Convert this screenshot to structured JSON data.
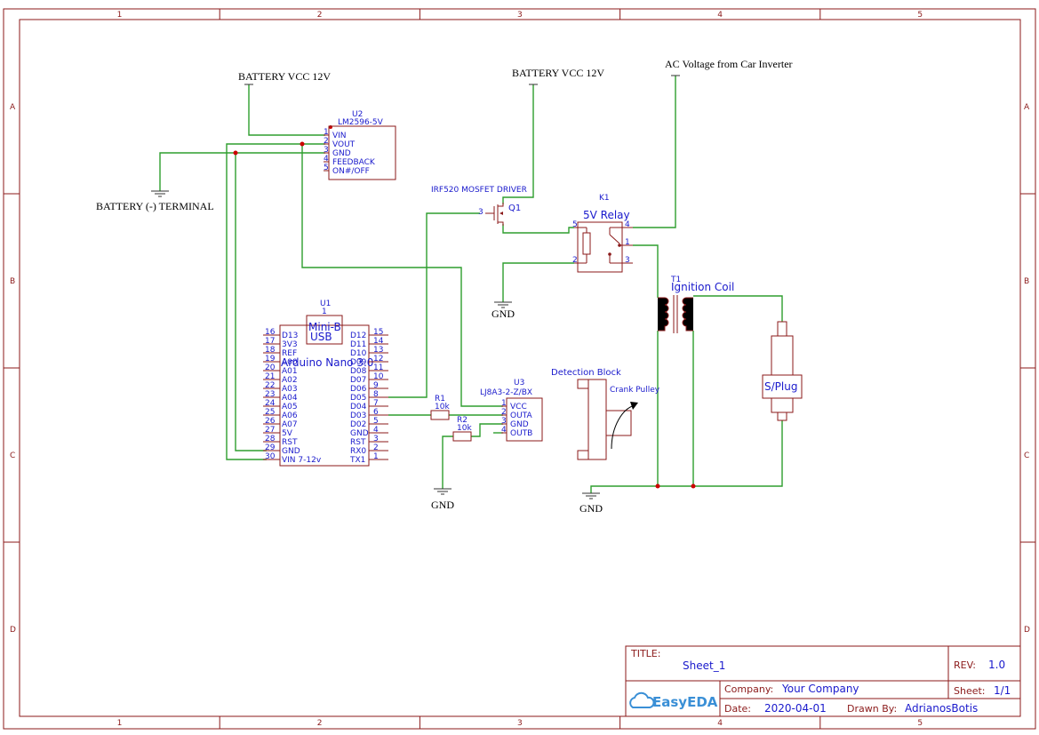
{
  "frame": {
    "columns": [
      "1",
      "2",
      "3",
      "4",
      "5"
    ],
    "rows": [
      "A",
      "B",
      "C",
      "D"
    ]
  },
  "nets": {
    "battery_vcc_1": "BATTERY VCC 12V",
    "battery_vcc_2": "BATTERY VCC 12V",
    "ac_voltage": "AC Voltage from Car Inverter",
    "battery_neg": "BATTERY (-) TERMINAL",
    "gnd_1": "GND",
    "gnd_2": "GND",
    "gnd_3": "GND"
  },
  "components": {
    "u2": {
      "ref": "U2",
      "value": "LM2596-5V",
      "pins": [
        {
          "num": "1",
          "name": "VIN"
        },
        {
          "num": "2",
          "name": "VOUT"
        },
        {
          "num": "3",
          "name": "GND"
        },
        {
          "num": "4",
          "name": "FEEDBACK"
        },
        {
          "num": "5",
          "name": "ON#/OFF"
        }
      ]
    },
    "q1": {
      "ref": "Q1",
      "value": "IRF520 MOSFET DRIVER",
      "pin3": "3"
    },
    "k1": {
      "ref": "K1",
      "value": "5V Relay",
      "pins": [
        "5",
        "4",
        "1",
        "2",
        "3"
      ]
    },
    "t1": {
      "ref": "T1",
      "value": "Ignition Coil"
    },
    "spark": {
      "label": "S/Plug"
    },
    "detection": {
      "label": "Detection Block",
      "pulley": "Crank Pulley"
    },
    "u3": {
      "ref": "U3",
      "value": "LJ8A3-2-Z/BX",
      "pins": [
        {
          "num": "1",
          "name": "VCC"
        },
        {
          "num": "2",
          "name": "OUTA"
        },
        {
          "num": "3",
          "name": "GND"
        },
        {
          "num": "4",
          "name": "OUTB"
        }
      ]
    },
    "r1": {
      "ref": "R1",
      "value": "10k"
    },
    "r2": {
      "ref": "R2",
      "value": "10k"
    },
    "u1": {
      "ref": "U1",
      "num": "1",
      "usb": "Mini-B",
      "usb2": "USB",
      "value": "Arduino Nano 3.0",
      "left_pins": [
        {
          "num": "16",
          "name": "D13"
        },
        {
          "num": "17",
          "name": "3V3"
        },
        {
          "num": "18",
          "name": "REF"
        },
        {
          "num": "19",
          "name": "A00"
        },
        {
          "num": "20",
          "name": "A01"
        },
        {
          "num": "21",
          "name": "A02"
        },
        {
          "num": "22",
          "name": "A03"
        },
        {
          "num": "23",
          "name": "A04"
        },
        {
          "num": "24",
          "name": "A05"
        },
        {
          "num": "25",
          "name": "A06"
        },
        {
          "num": "26",
          "name": "A07"
        },
        {
          "num": "27",
          "name": "5V"
        },
        {
          "num": "28",
          "name": "RST"
        },
        {
          "num": "29",
          "name": "GND"
        },
        {
          "num": "30",
          "name": "VIN 7-12v"
        }
      ],
      "right_pins": [
        {
          "num": "15",
          "name": "D12"
        },
        {
          "num": "14",
          "name": "D11"
        },
        {
          "num": "13",
          "name": "D10"
        },
        {
          "num": "12",
          "name": "D09"
        },
        {
          "num": "11",
          "name": "D08"
        },
        {
          "num": "10",
          "name": "D07"
        },
        {
          "num": "9",
          "name": "D06"
        },
        {
          "num": "8",
          "name": "D05"
        },
        {
          "num": "7",
          "name": "D04"
        },
        {
          "num": "6",
          "name": "D03"
        },
        {
          "num": "5",
          "name": "D02"
        },
        {
          "num": "4",
          "name": "GND"
        },
        {
          "num": "3",
          "name": "RST"
        },
        {
          "num": "2",
          "name": "RX0"
        },
        {
          "num": "1",
          "name": "TX1"
        }
      ]
    }
  },
  "title_block": {
    "title_label": "TITLE:",
    "title": "Sheet_1",
    "rev_label": "REV:",
    "rev": "1.0",
    "company_label": "Company:",
    "company": "Your Company",
    "sheet_label": "Sheet:",
    "sheet": "1/1",
    "date_label": "Date:",
    "date": "2020-04-01",
    "drawn_label": "Drawn By:",
    "drawn": "AdrianosBotis",
    "logo": "EasyEDA"
  }
}
